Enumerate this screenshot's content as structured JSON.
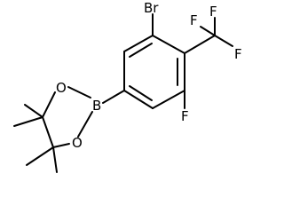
{
  "molecule": {
    "atoms": {
      "bromine": "Br",
      "boron": "B",
      "oxygen_upper": "O",
      "oxygen_lower": "O",
      "fluorine_ring": "F",
      "fluorine_cf3_top": "F",
      "fluorine_cf3_right": "F",
      "fluorine_cf3_bottom": "F"
    },
    "colors": {
      "bond": "#000000",
      "label": "#000000",
      "background": "#ffffff"
    }
  }
}
